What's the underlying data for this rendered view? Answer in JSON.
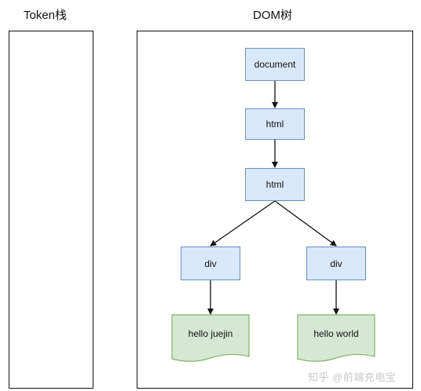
{
  "titles": {
    "stack": "Token栈",
    "dom": "DOM树"
  },
  "nodes": {
    "document": "document",
    "html_1": "html",
    "html_2": "html",
    "div_left": "div",
    "div_right": "div",
    "text_left": "hello juejin",
    "text_right": "hello world"
  },
  "colors": {
    "element_fill": "#dae8fc",
    "element_stroke": "#6c8ebf",
    "text_fill": "#d5e8d4",
    "text_stroke": "#82b366"
  },
  "watermark": "知乎 @前端充电宝"
}
